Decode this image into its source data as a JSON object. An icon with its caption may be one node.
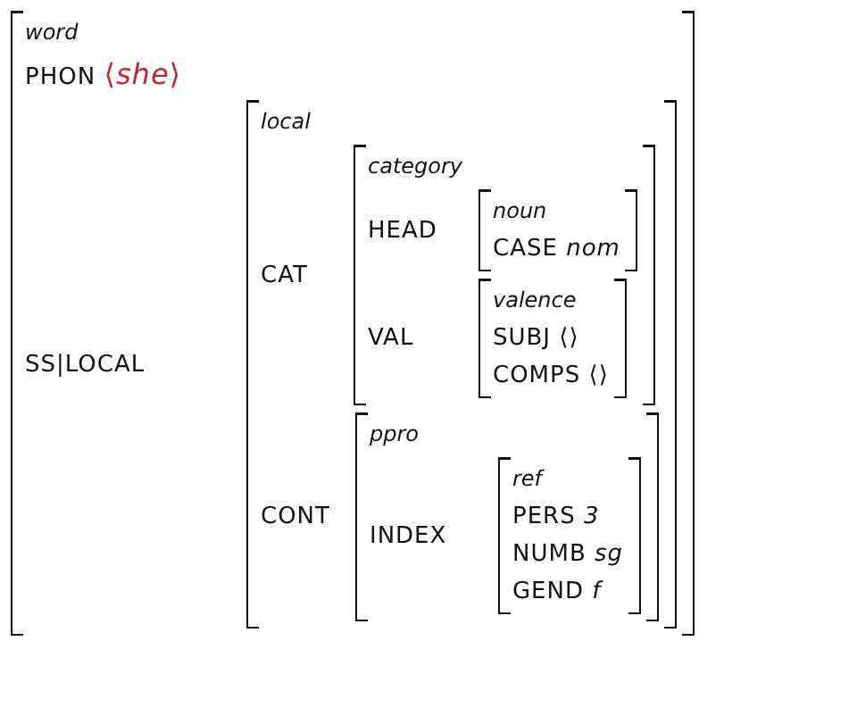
{
  "diagram": {
    "nodes": [
      {
        "text": [
          "word",
          "PHON ⟨*she*⟩"
        ]
      },
      {
        "text": [
          "local"
        ],
        "in": 0
      },
      {
        "text": [
          "category"
        ],
        "in": 1
      },
      {
        "text": [
          "noun",
          "CASE *nom*"
        ],
        "in": 2
      },
      {
        "text": [
          "valence",
          "SUBJ ⟨⟩",
          "COMPS ⟨⟩"
        ],
        "in": 2
      },
      {
        "text": [
          "ppro"
        ],
        "in": 1
      },
      {
        "text": [
          "ref",
          "PERS *3*",
          "NUMB *sg*",
          "GEND *f*"
        ],
        "in": 5
      }
    ],
    "labels": [
      "SS|LOCAL",
      "CAT",
      "HEAD",
      "VAL",
      "CONT",
      "INDEX"
    ]
  }
}
